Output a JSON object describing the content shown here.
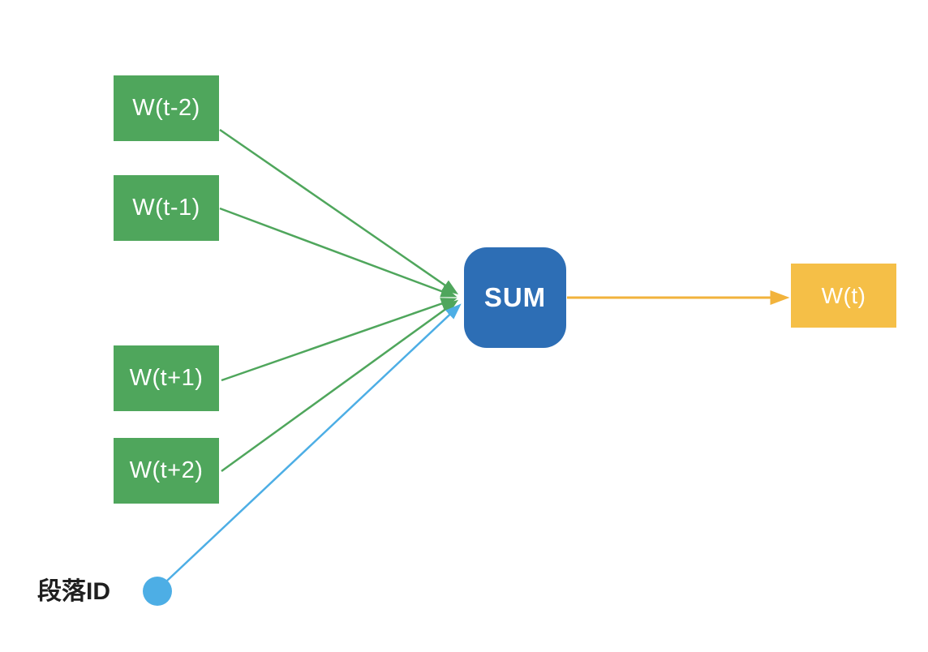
{
  "diagram": {
    "nodes": {
      "context_words": [
        {
          "label": "W(t-2)"
        },
        {
          "label": "W(t-1)"
        },
        {
          "label": "W(t+1)"
        },
        {
          "label": "W(t+2)"
        }
      ],
      "sum": {
        "label": "SUM"
      },
      "output": {
        "label": "W(t)"
      },
      "paragraph": {
        "label": "段落ID"
      }
    },
    "colors": {
      "node_green": "#4FA65C",
      "node_blue": "#2D6EB5",
      "node_orange": "#F5BF47",
      "edge_green": "#4FA65C",
      "edge_light_blue": "#4DAEE5",
      "edge_orange": "#F2B33C",
      "node_text": "#FFFFFF",
      "label_text": "#1F1F1F",
      "background": "#FFFFFF"
    }
  }
}
